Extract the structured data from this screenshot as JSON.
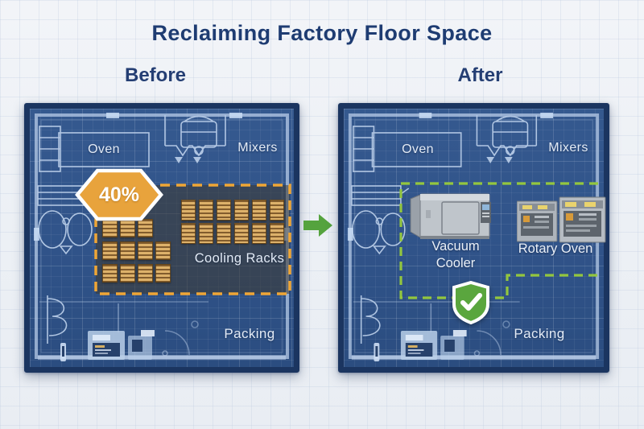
{
  "title": "Reclaiming Factory Floor Space",
  "panels": {
    "before": {
      "heading": "Before",
      "badge": "40%",
      "labels": {
        "oven": "Oven",
        "mixers": "Mixers",
        "cooling_racks": "Cooling Racks",
        "packing": "Packing"
      },
      "rack_illustration": {
        "left_group_rows": [
          3,
          4,
          4
        ],
        "right_group": "6x2 grid"
      }
    },
    "after": {
      "heading": "After",
      "labels": {
        "oven": "Oven",
        "mixers": "Mixers",
        "vacuum_cooler": "Vacuum Cooler",
        "rotary_oven": "Rotary Oven",
        "packing": "Packing"
      }
    }
  },
  "icons": {
    "arrow": "arrow-right-icon",
    "check": "checkmark-shield-icon",
    "badge_shape": "hexagon-badge"
  },
  "colors": {
    "title_navy": "#1e3c72",
    "blueprint_blue": "#30538a",
    "frame_navy": "#1b3560",
    "line_art": "#c3d6ef",
    "highlight_orange": "#efa636",
    "zone_overlay": "rgba(62,56,46,0.55)",
    "rack_tan": "#c79551",
    "dash_green": "#93c63e",
    "arrow_green": "#55a33e",
    "shield_green": "#5aa63e",
    "page_bg": "#eef1f5"
  }
}
